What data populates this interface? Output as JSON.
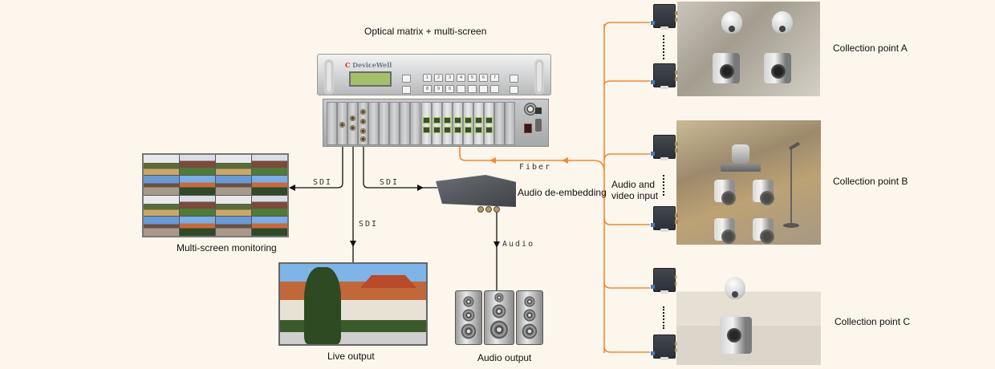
{
  "diagram": {
    "title": "Optical matrix + multi-screen",
    "rack": {
      "brand": "DeviceWell",
      "keypad_top": [
        "1",
        "2",
        "3",
        "4",
        "5",
        "6",
        "7"
      ],
      "keypad_bottom": [
        "8",
        "9",
        "0",
        "",
        "",
        "",
        ""
      ]
    },
    "labels": {
      "multi_screen": "Multi-screen monitoring",
      "live_output": "Live output",
      "audio_deembedding": "Audio de-embedding",
      "audio_output": "Audio output",
      "av_input_line1": "Audio and",
      "av_input_line2": "video input",
      "collection_a": "Collection point A",
      "collection_b": "Collection point B",
      "collection_c": "Collection point C"
    },
    "connections": {
      "sdi_left": "SDI",
      "sdi_right": "SDI",
      "sdi_down": "SDI",
      "fiber": "Fiber",
      "audio": "Audio"
    },
    "colors": {
      "background": "#fdf6ec",
      "fiber_line": "#f08a34",
      "signal_line": "#111111"
    }
  }
}
